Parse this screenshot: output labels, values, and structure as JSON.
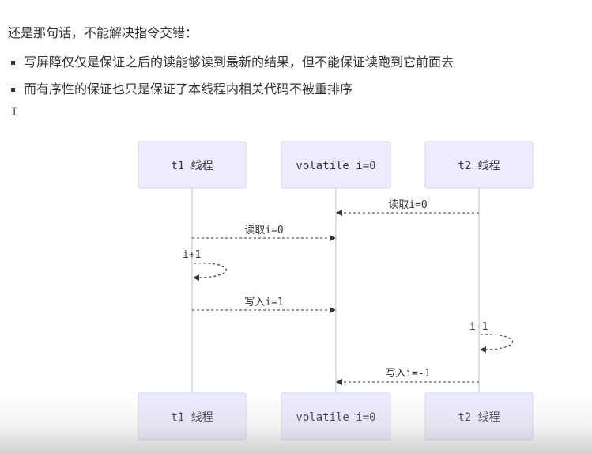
{
  "intro": "还是那句话，不能解决指令交错：",
  "bullets": [
    "写屏障仅仅是保证之后的读能够读到最新的结果，但不能保证读跑到它前面去",
    "而有序性的保证也只是保证了本线程内相关代码不被重排序"
  ],
  "cursor_glyph": "I",
  "diagram": {
    "actors": {
      "t1": "t1 线程",
      "vol": "volatile i=0",
      "t2": "t2 线程"
    },
    "messages": [
      {
        "from": "t2",
        "to": "vol",
        "label": "读取i=0"
      },
      {
        "from": "t1",
        "to": "vol",
        "label": "读取i=0"
      },
      {
        "self": "t1",
        "label": "i+1"
      },
      {
        "from": "t1",
        "to": "vol",
        "label": "写入i=1"
      },
      {
        "self": "t2",
        "label": "i-1"
      },
      {
        "from": "t2",
        "to": "vol",
        "label": "写入i=-1"
      }
    ]
  },
  "colors": {
    "box_fill": "#ececfe",
    "box_stroke": "#d4d4ef",
    "lifeline": "#cccccc",
    "arrow": "#333333"
  }
}
